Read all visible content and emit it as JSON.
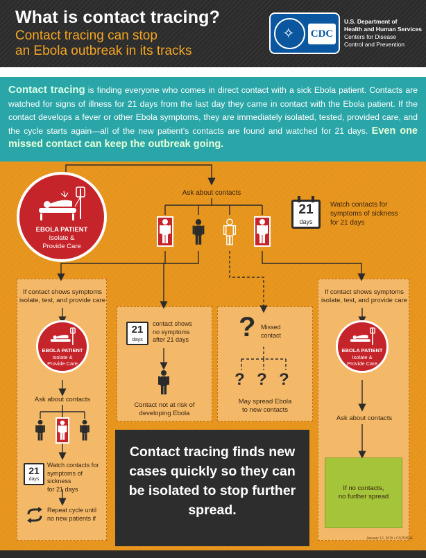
{
  "header": {
    "title": "What is contact tracing?",
    "subtitle_line1": "Contact tracing can stop",
    "subtitle_line2": "an Ebola outbreak in its tracks",
    "logo_text": "CDC",
    "agency_line1": "U.S. Department of",
    "agency_line2": "Health and Human Services",
    "agency_line3": "Centers for Disease",
    "agency_line4": "Control and Prevention"
  },
  "intro": {
    "term": "Contact tracing",
    "body": " is finding everyone who comes in direct contact with a sick Ebola patient. Contacts are watched for signs of illness for 21 days from the last day they came in contact with the Ebola patient. If the contact develops a fever or other Ebola symptoms, they are immediately isolated, tested, provided care, and the cycle starts again—all of the new patient’s contacts are found and watched for 21 days. ",
    "closing": "Even one missed contact can keep the outbreak going."
  },
  "diagram": {
    "patient_title": "EBOLA PATIENT",
    "patient_line2": "Isolate &",
    "patient_line3": "Provide Care",
    "ask_contacts": "Ask about contacts",
    "days_number": "21",
    "days_word": "days",
    "watch_line1": "Watch contacts for",
    "watch_line2": "symptoms of sickness",
    "watch_line3": "for 21 days",
    "left_panel": {
      "symptoms_line1": "If contact shows symptoms",
      "symptoms_line2": "isolate, test, and provide care",
      "ask_contacts": "Ask about contacts",
      "watch_line1": "Watch contacts for",
      "watch_line2": "symptoms of sickness",
      "watch_line3": "for 21 days",
      "repeat_line1": "Repeat cycle until",
      "repeat_line2": "no new patients if"
    },
    "middle_panel": {
      "line1": "contact shows",
      "line2": "no symptoms",
      "line3": "after 21 days",
      "result_line1": "Contact not at risk of",
      "result_line2": "developing Ebola"
    },
    "missed_panel": {
      "mark": "?",
      "line1": "Missed",
      "line2": "contact",
      "result_line1": "May spread Ebola",
      "result_line2": "to new contacts"
    },
    "right_panel": {
      "symptoms_line1": "If contact shows symptoms",
      "symptoms_line2": "isolate, test, and provide care",
      "ask_contacts": "Ask about contacts",
      "green_line1": "If no contacts,",
      "green_line2": "no further spread"
    },
    "bottom_message": "Contact tracing finds new cases quickly so they can be isolated to stop further spread.",
    "date_code": "January 12, 2015 • CS253644"
  },
  "colors": {
    "header_bg": "#2b2b2b",
    "header_accent": "#f5a623",
    "intro_bg": "#2aa6a8",
    "main_bg": "#e6941b",
    "panel_bg": "#f3b969",
    "patient_red": "#c6242b",
    "cdc_blue": "#0a57a0",
    "message_bg": "#2d2d2d",
    "green_box": "#a4c43a"
  },
  "icons": [
    "hhs-seal-icon",
    "patient-bed-icon",
    "iv-drip-icon",
    "calendar-icon",
    "person-icon",
    "question-mark-icon",
    "cycle-arrows-icon"
  ]
}
